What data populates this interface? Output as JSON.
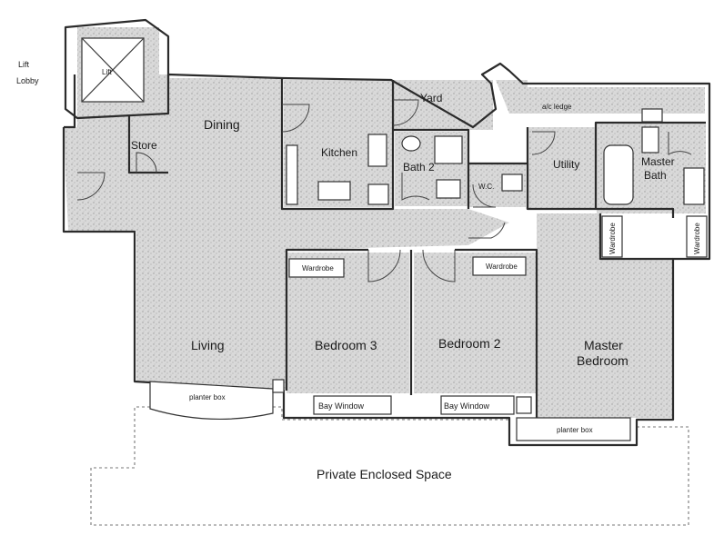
{
  "labels": {
    "lift_lobby_line1": "Lift",
    "lift_lobby_line2": "Lobby",
    "lift": "Lift",
    "dining": "Dining",
    "store": "Store",
    "kitchen": "Kitchen",
    "yard": "Yard",
    "bath2": "Bath 2",
    "wc": "W.C.",
    "ac_ledge": "a/c ledge",
    "utility": "Utility",
    "master_bath_line1": "Master",
    "master_bath_line2": "Bath",
    "wardrobe": "Wardrobe",
    "living": "Living",
    "bedroom3": "Bedroom 3",
    "bedroom2": "Bedroom 2",
    "master_bedroom_line1": "Master",
    "master_bedroom_line2": "Bedroom",
    "planter_box": "planter box",
    "bay_window": "Bay Window",
    "private_enclosed_space": "Private Enclosed Space"
  },
  "colors": {
    "wall": "#2b2b2b",
    "stipple_dot": "#9a9a9a"
  }
}
